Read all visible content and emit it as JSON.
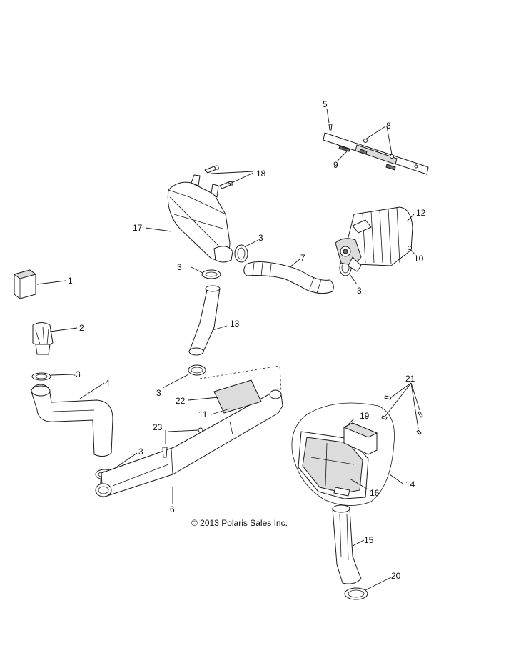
{
  "copyright": "© 2013 Polaris Sales Inc.",
  "callouts": {
    "c1": "1",
    "c2": "2",
    "c3a": "-3",
    "c3b": "3",
    "c3c": "3",
    "c3d": "3",
    "c3e": "3",
    "c3f": "3",
    "c4": "4",
    "c5": "5",
    "c6": "6",
    "c7": "7",
    "c8": "8",
    "c9": "9",
    "c10": "10",
    "c11": "11",
    "c12": "12",
    "c13": "13",
    "c14": "14",
    "c15": "15",
    "c16": "16",
    "c17": "17",
    "c18": "18",
    "c19": "19",
    "c20": "20",
    "c21": "21",
    "c22": "22",
    "c23": "23"
  }
}
